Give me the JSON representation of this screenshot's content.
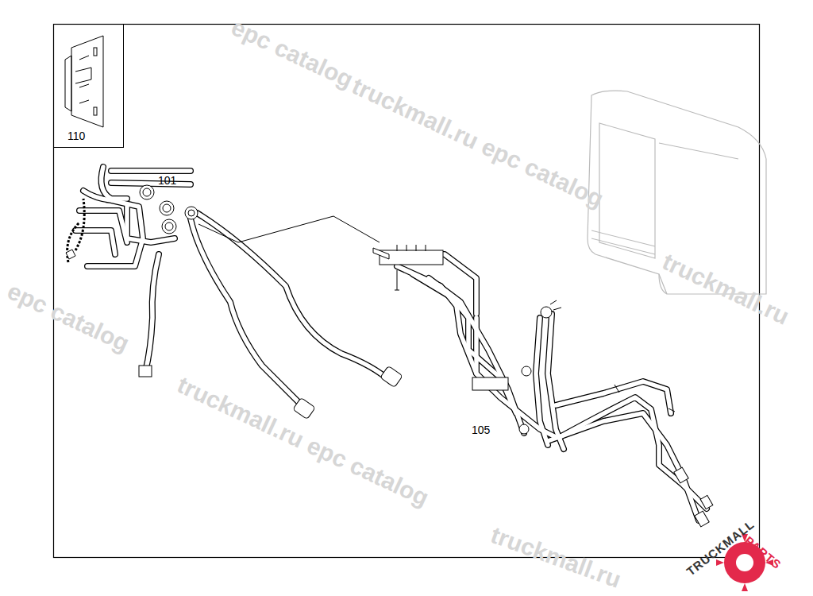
{
  "diagram": {
    "nodes": [
      {
        "text": [
          "110"
        ]
      }
    ],
    "labels": [
      "101",
      "105",
      "epc catalog",
      "truckmall.ru epc catalog",
      "truckmall.ru",
      "epc catalog",
      "truckmall.ru epc catalog",
      "truckmall.ru",
      "TRUCKMALL",
      "PARTS"
    ]
  }
}
